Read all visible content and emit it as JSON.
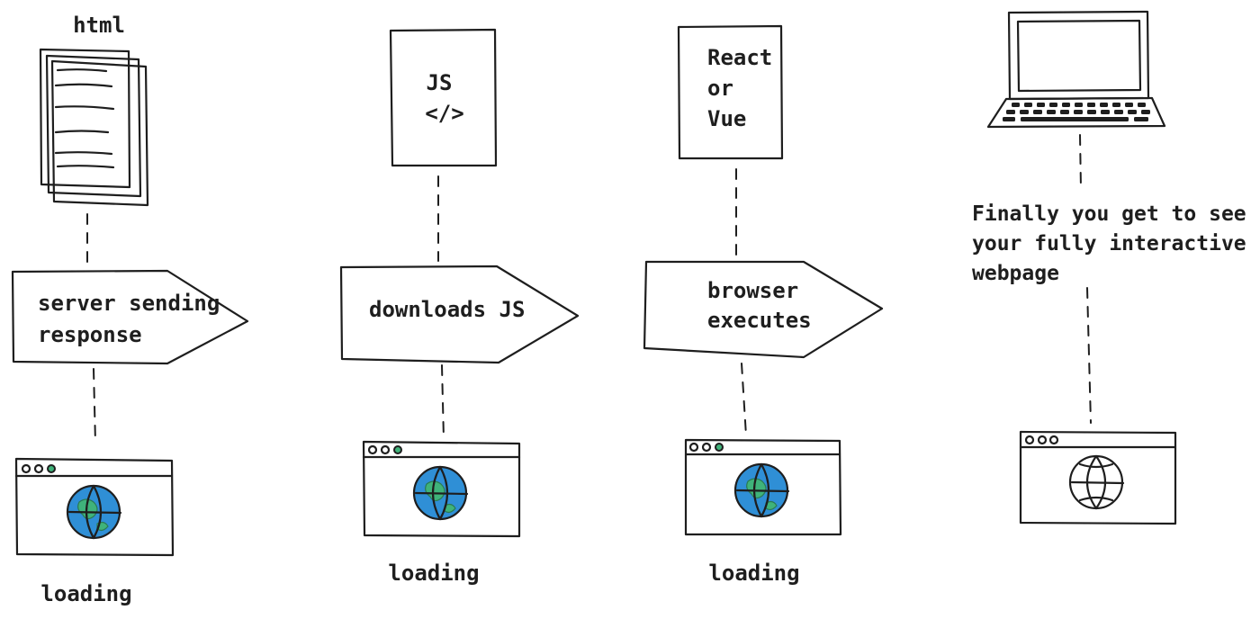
{
  "labels": {
    "html_doc": "html",
    "js_doc_line1": "JS",
    "js_doc_line2": "</>",
    "framework_line1": "React",
    "framework_line2": "or",
    "framework_line3": "Vue"
  },
  "steps": {
    "step1_line1": "server sending",
    "step1_line2": "response",
    "step2": "downloads JS",
    "step3_line1": "browser",
    "step3_line2": "executes"
  },
  "final_note": {
    "line1": "Finally you get to see",
    "line2": "your fully interactive",
    "line3": "webpage"
  },
  "status": {
    "loading1": "loading",
    "loading2": "loading",
    "loading3": "loading"
  },
  "colors": {
    "ink": "#1e1e1e",
    "globe_blue": "#2f8fd6",
    "land_green": "#3fb37a",
    "final_screen_green": "#1fb37f"
  },
  "icons": {
    "html_doc": "document-stack-icon",
    "laptop": "laptop-icon",
    "browser_window": "browser-window-icon",
    "globe": "globe-icon"
  }
}
